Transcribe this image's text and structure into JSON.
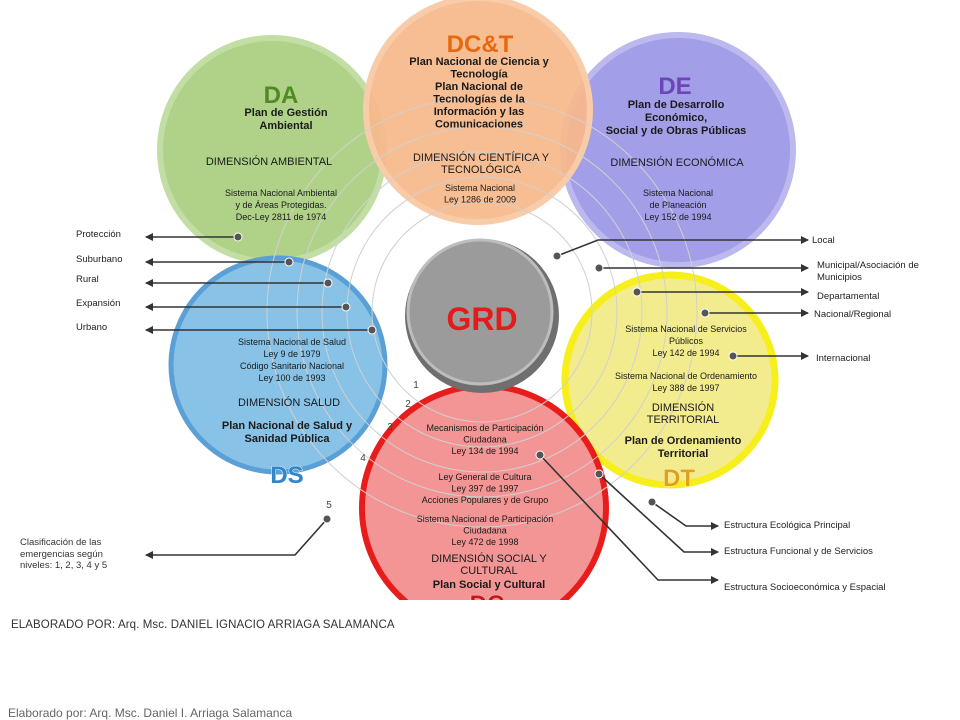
{
  "center": {
    "label": "GRD"
  },
  "da": {
    "code": "DA",
    "plan": [
      "Plan de Gestión",
      "Ambiental"
    ],
    "dimension": [
      "DIMENSIÓN  AMBIENTAL"
    ],
    "system": [
      "Sistema Nacional Ambiental",
      "y de Áreas Protegidas.",
      "Dec-Ley  2811 de 1974"
    ]
  },
  "dct": {
    "code": "DC&T",
    "plan": [
      "Plan Nacional de Ciencia y",
      "Tecnología",
      "Plan Nacional de",
      "Tecnologías de la",
      "Información  y las",
      "Comunicaciones"
    ],
    "dimension": [
      "DIMENSIÓN  CIENTÍFICA  Y",
      "TECNOLÓGICA"
    ],
    "system": [
      "Sistema Nacional",
      "Ley 1286 de 2009"
    ]
  },
  "de": {
    "code": "DE",
    "plan": [
      "Plan de Desarrollo",
      "Económico,",
      "Social y de Obras Públicas"
    ],
    "dimension": [
      "DIMENSIÓN  ECONÓMICA"
    ],
    "system": [
      "Sistema Nacional",
      "de  Planeación",
      "Ley  152 de 1994"
    ]
  },
  "ds": {
    "code": "DS",
    "system": [
      "Sistema Nacional de Salud",
      "Ley 9 de 1979",
      "Código Sanitario Nacional",
      "Ley 100 de 1993"
    ],
    "dimension": [
      "DIMENSIÓN  SALUD"
    ],
    "plan": [
      "Plan Nacional de Salud y",
      "Sanidad Pública"
    ]
  },
  "dt": {
    "code": "DT",
    "system": [
      "Sistema  Nacional de Servicios",
      "Públicos",
      "Ley 142 de 1994",
      "Sistema  Nacional de Ordenamiento",
      "Ley 388 de 1997"
    ],
    "dimension": [
      "DIMENSIÓN",
      "TERRITORIAL"
    ],
    "plan": [
      "Plan de Ordenamiento",
      "Territorial"
    ]
  },
  "dc": {
    "code": "DC",
    "system": [
      "Mecanismos de Participación",
      "Ciudadana",
      "Ley 134 de 1994",
      "Ley General de Cultura",
      "Ley 397 de 1997",
      "Acciones Populares y de Grupo",
      "Sistema Nacional de Participación",
      "Ciudadana",
      "Ley 472 de 1998"
    ],
    "dimension": [
      "DIMENSIÓN   SOCIAL  Y",
      "CULTURAL"
    ],
    "plan": [
      "Plan Social y Cultural"
    ]
  },
  "ring_levels": [
    "1",
    "2",
    "3",
    "4",
    "5"
  ],
  "left_labels": [
    "Protección",
    "Suburbano",
    "Rural",
    "Expansión",
    "Urbano"
  ],
  "right_labels": [
    [
      "Local"
    ],
    [
      "Municipal/Asociación de",
      "Municipios"
    ],
    [
      "Departamental"
    ],
    [
      "Nacional/Regional"
    ],
    [
      "Internacional"
    ]
  ],
  "bottom_right_labels": [
    "Estructura Ecológica Principal",
    "Estructura Funcional y de Servicios",
    "Estructura Socioeconómica y Espacial"
  ],
  "classification_note": "Clasificación  de las emergencias  según niveles:  1,  2,  3,  4 y 5",
  "credit": {
    "prefix": "ELABORADO POR:",
    "author": "Arq. Msc. DANIEL IGNACIO ARRIAGA SALAMANCA"
  },
  "footer": "Elaborado por: Arq. Msc. Daniel I. Arriaga Salamanca",
  "colors": {
    "da": "#a9cf7f",
    "da_code": "#4f8a25",
    "dct": "#f7b98b",
    "dct_code": "#e8680e",
    "de": "#9b97e5",
    "de_code": "#6c46b8",
    "ds": "#7fbde4",
    "ds_code": "#2f86c9",
    "dt": "#f2eb87",
    "dt_ring": "#f7ef1c",
    "dt_code": "#e4a019",
    "dc": "#f28d8d",
    "dc_ring": "#e91c1c",
    "dc_code": "#c91818",
    "grd": "#9b9b9b",
    "grd_text": "#e21b1b"
  }
}
